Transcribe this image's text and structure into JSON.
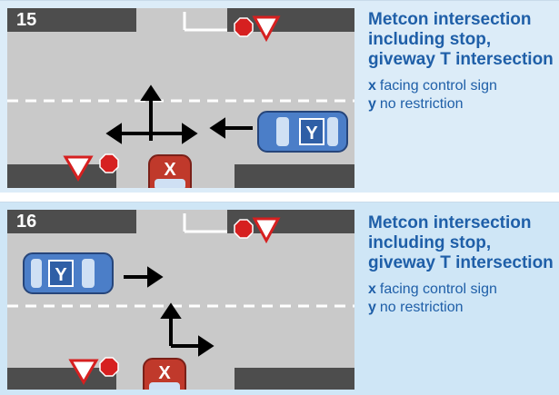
{
  "diagrams": [
    {
      "number": "15",
      "title": "Metcon intersection including stop, giveway T intersection",
      "legend": [
        {
          "key": "x",
          "text": "facing control sign"
        },
        {
          "key": "y",
          "text": "no restriction"
        }
      ],
      "car_x_label": "X",
      "car_y_label": "Y"
    },
    {
      "number": "16",
      "title": "Metcon intersection including stop, giveway T intersection",
      "legend": [
        {
          "key": "x",
          "text": "facing control sign"
        },
        {
          "key": "y",
          "text": "no restriction"
        }
      ],
      "car_x_label": "X",
      "car_y_label": "Y"
    }
  ],
  "colors": {
    "road": "#c9c9c9",
    "kerb": "#4d4d4d",
    "stop_sign": "#d62020",
    "giveway_border": "#d62020",
    "car_x": "#c0392b",
    "car_y": "#4b7ec8",
    "title_text": "#1f5fa8"
  }
}
